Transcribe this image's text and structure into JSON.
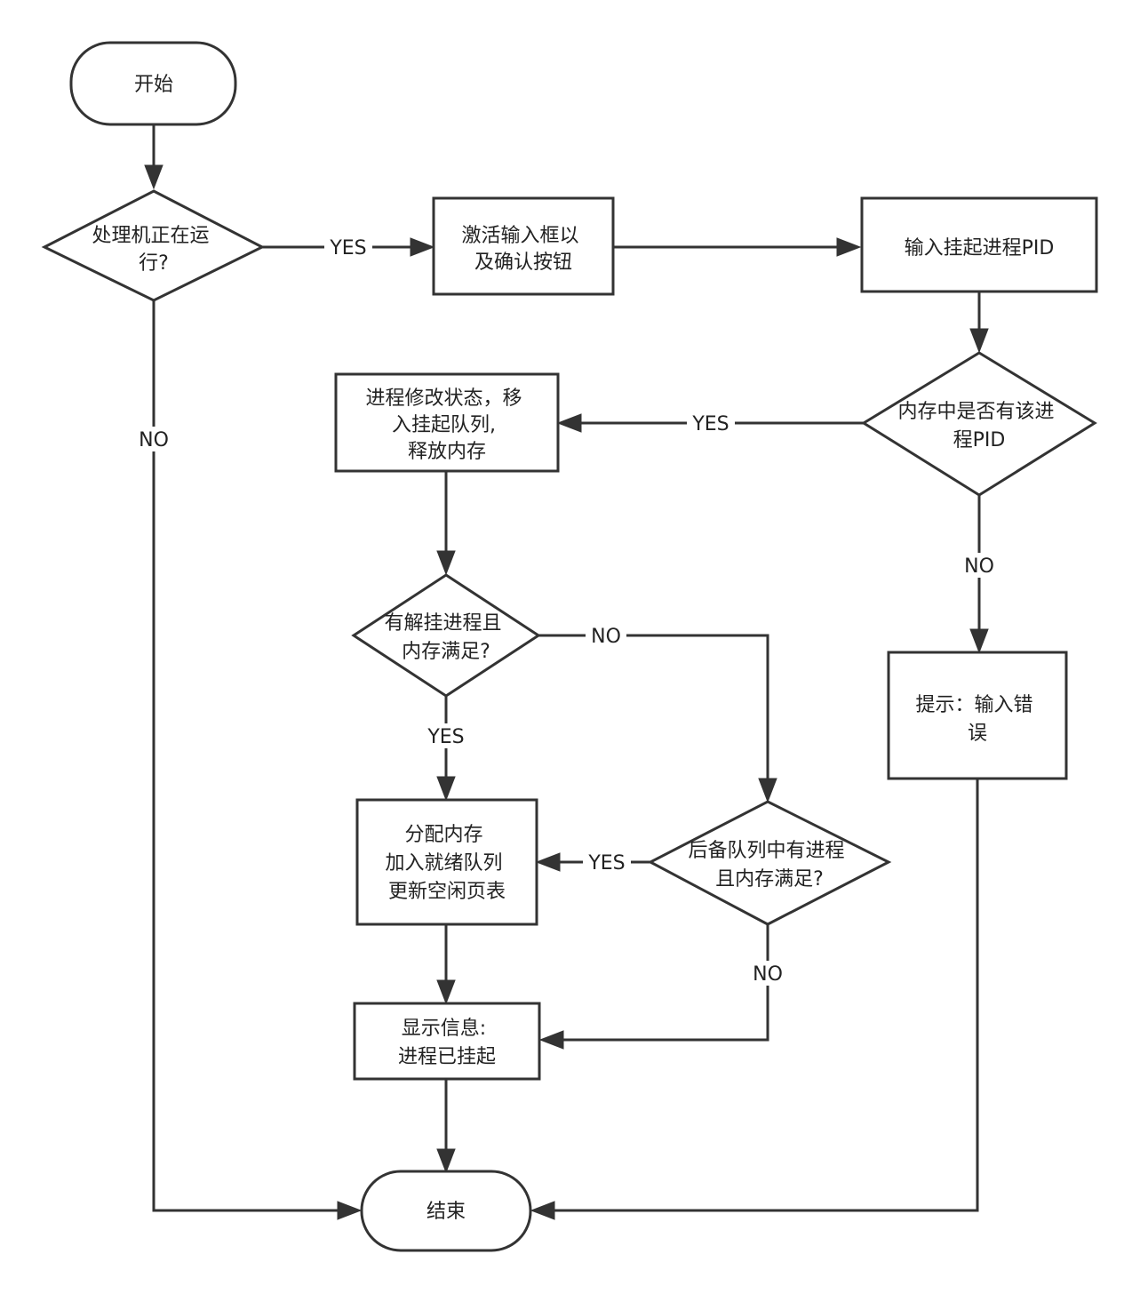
{
  "colors": {
    "stroke": "#333333",
    "fill": "#ffffff",
    "text": "#222222"
  },
  "nodes": {
    "start": {
      "lines": [
        "开始"
      ]
    },
    "cpu_running": {
      "lines": [
        "处理机正在运",
        "行?"
      ]
    },
    "activate_input": {
      "lines": [
        "激活输入框以",
        "及确认按钮"
      ]
    },
    "input_pid": {
      "lines": [
        "输入挂起进程PID"
      ]
    },
    "pid_in_memory": {
      "lines": [
        "内存中是否有该进",
        "程PID"
      ]
    },
    "suspend_process": {
      "lines": [
        "进程修改状态，移",
        "入挂起队列,",
        "释放内存"
      ]
    },
    "has_unsuspend": {
      "lines": [
        "有解挂进程且",
        "内存满足?"
      ]
    },
    "input_error": {
      "lines": [
        "提示：输入错",
        "误"
      ]
    },
    "backup_queue": {
      "lines": [
        "后备队列中有进程",
        "且内存满足?"
      ]
    },
    "allocate_memory": {
      "lines": [
        "分配内存",
        "加入就绪队列",
        "更新空闲页表"
      ]
    },
    "show_message": {
      "lines": [
        "显示信息:",
        "进程已挂起"
      ]
    },
    "end": {
      "lines": [
        "结束"
      ]
    }
  },
  "edge_labels": {
    "cpu_yes": "YES",
    "cpu_no": "NO",
    "pid_yes": "YES",
    "pid_no": "NO",
    "unsuspend_no": "NO",
    "unsuspend_yes": "YES",
    "backup_yes": "YES",
    "backup_no": "NO"
  }
}
